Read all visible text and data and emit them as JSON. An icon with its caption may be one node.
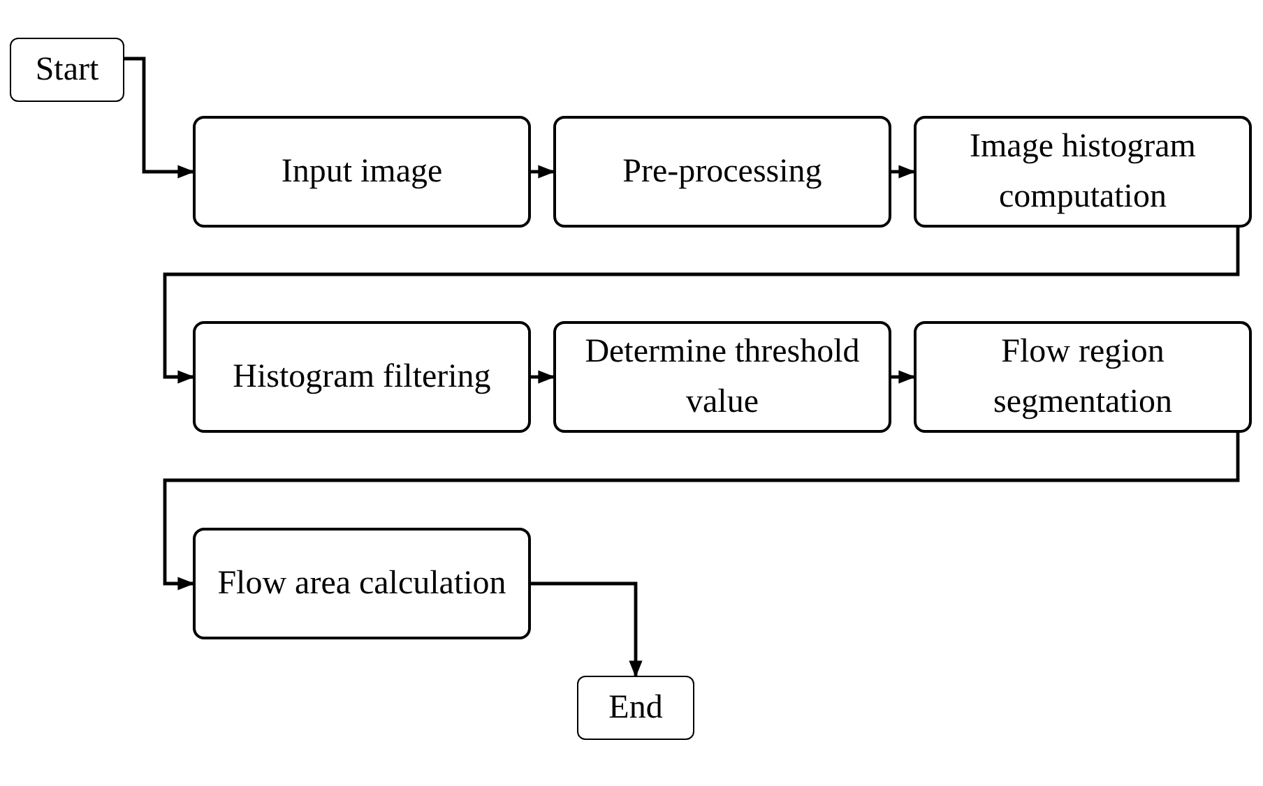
{
  "diagram": {
    "nodes": [
      {
        "text": [
          "Start"
        ]
      },
      {
        "text": [
          "Input image"
        ]
      },
      {
        "text": [
          "Pre-processing"
        ]
      },
      {
        "text": [
          "Image histogram computation"
        ]
      },
      {
        "text": [
          "Histogram filtering"
        ]
      },
      {
        "text": [
          "Determine threshold value"
        ]
      },
      {
        "text": [
          "Flow region segmentation"
        ]
      },
      {
        "text": [
          "Flow area calculation"
        ]
      },
      {
        "text": [
          "End"
        ]
      }
    ],
    "edges": [
      {
        "from": 0,
        "to": 1,
        "arrow": "to"
      },
      {
        "from": 1,
        "to": 2,
        "arrow": "to"
      },
      {
        "from": 2,
        "to": 3,
        "arrow": "to"
      },
      {
        "from": 3,
        "to": 4,
        "arrow": "to"
      },
      {
        "from": 4,
        "to": 5,
        "arrow": "to"
      },
      {
        "from": 5,
        "to": 6,
        "arrow": "to"
      },
      {
        "from": 6,
        "to": 7,
        "arrow": "to"
      },
      {
        "from": 7,
        "to": 8,
        "arrow": "to"
      }
    ]
  }
}
